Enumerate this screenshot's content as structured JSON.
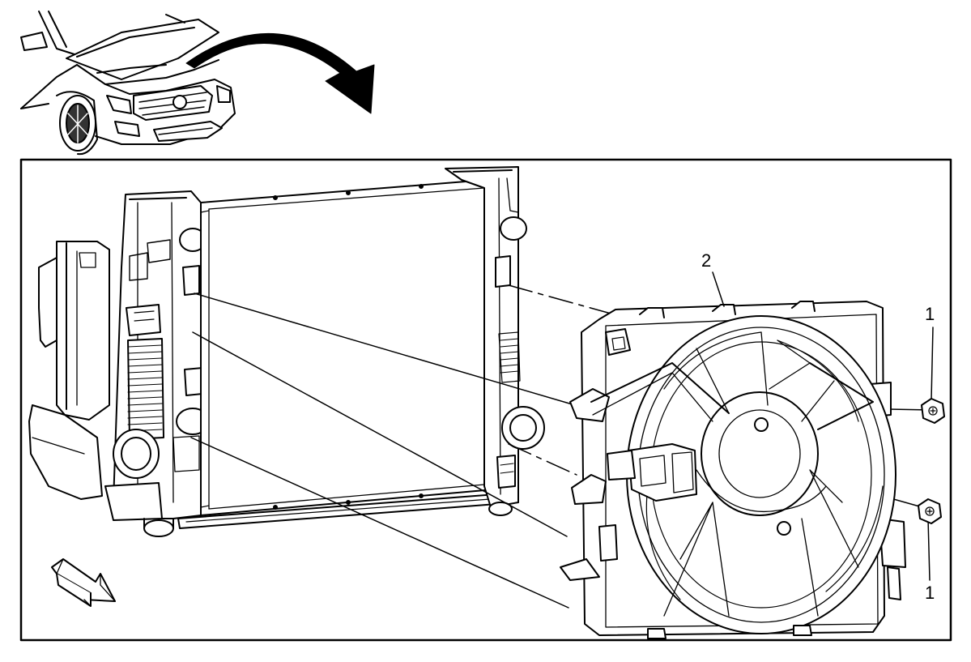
{
  "callouts": {
    "fan_shroud": "2",
    "bolt_upper": "1",
    "bolt_lower": "1"
  },
  "colors": {
    "line": "#000000",
    "fill": "#ffffff",
    "shade": "#e6e6e6"
  },
  "icons": {
    "vehicle": "vehicle-hood-open-icon",
    "rotate_arrow": "curved-arrow-icon",
    "direction_arrow": "front-direction-arrow-icon"
  }
}
